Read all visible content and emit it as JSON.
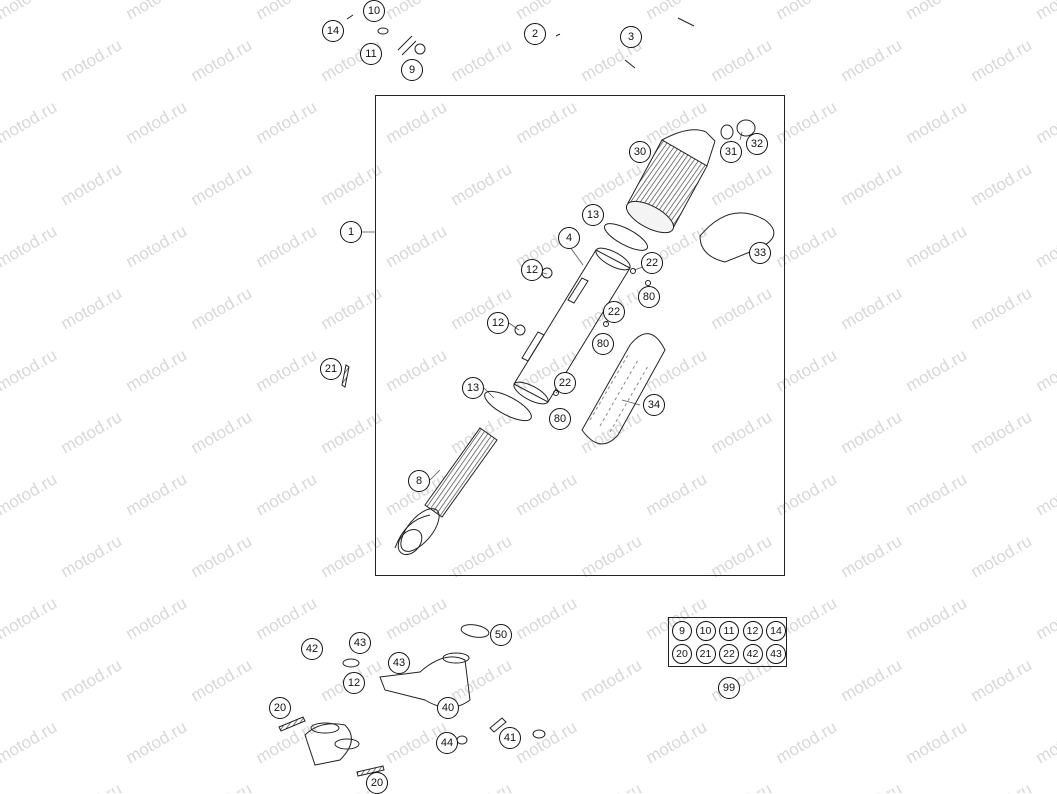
{
  "watermark": {
    "text": "motod.ru",
    "color": "#d8d8d8"
  },
  "colors": {
    "line": "#222222",
    "screen": "#555555"
  },
  "callouts": [
    {
      "id": "c14a",
      "label": "14"
    },
    {
      "id": "c10",
      "label": "10"
    },
    {
      "id": "c11",
      "label": "11"
    },
    {
      "id": "c9",
      "label": "9"
    },
    {
      "id": "c2",
      "label": "2"
    },
    {
      "id": "c3",
      "label": "3"
    },
    {
      "id": "c1",
      "label": "1"
    },
    {
      "id": "c30",
      "label": "30"
    },
    {
      "id": "c31",
      "label": "31"
    },
    {
      "id": "c32",
      "label": "32"
    },
    {
      "id": "c33",
      "label": "33"
    },
    {
      "id": "c13a",
      "label": "13"
    },
    {
      "id": "c4",
      "label": "4"
    },
    {
      "id": "c22a",
      "label": "22"
    },
    {
      "id": "c80a",
      "label": "80"
    },
    {
      "id": "c12a",
      "label": "12"
    },
    {
      "id": "c22b",
      "label": "22"
    },
    {
      "id": "c12b",
      "label": "12"
    },
    {
      "id": "c80b",
      "label": "80"
    },
    {
      "id": "c21",
      "label": "21"
    },
    {
      "id": "c13b",
      "label": "13"
    },
    {
      "id": "c22c",
      "label": "22"
    },
    {
      "id": "c34",
      "label": "34"
    },
    {
      "id": "c80c",
      "label": "80"
    },
    {
      "id": "c8",
      "label": "8"
    },
    {
      "id": "c50",
      "label": "50"
    },
    {
      "id": "c42",
      "label": "42"
    },
    {
      "id": "c43a",
      "label": "43"
    },
    {
      "id": "c43b",
      "label": "43"
    },
    {
      "id": "c12c",
      "label": "12"
    },
    {
      "id": "c20a",
      "label": "20"
    },
    {
      "id": "c40",
      "label": "40"
    },
    {
      "id": "c44",
      "label": "44"
    },
    {
      "id": "c41",
      "label": "41"
    },
    {
      "id": "c20b",
      "label": "20"
    }
  ],
  "kit": {
    "cells": [
      "9",
      "10",
      "11",
      "12",
      "14",
      "20",
      "21",
      "22",
      "42",
      "43"
    ],
    "label": "99"
  }
}
